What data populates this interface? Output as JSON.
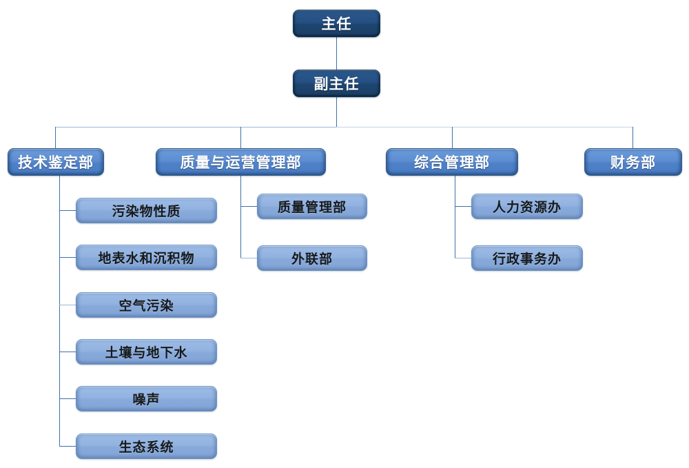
{
  "chart": {
    "type": "org-chart",
    "title": "",
    "colors": {
      "level1_fill": "#24507f",
      "level2_fill": "#5b8fd4",
      "level3_fill": "#8cb0e0",
      "connector": "#3f6fa8",
      "level1_text": "#ffffff",
      "level2_text": "#ffffff",
      "level3_text": "#15191c",
      "background": "#ffffff"
    },
    "nodes": {
      "director": {
        "label": "主任",
        "level": 1
      },
      "deputy_director": {
        "label": "副主任",
        "level": 1
      },
      "departments": [
        {
          "label": "技术鉴定部",
          "level": 2,
          "children": [
            {
              "label": "污染物性质",
              "level": 3
            },
            {
              "label": "地表水和沉积物",
              "level": 3
            },
            {
              "label": "空气污染",
              "level": 3
            },
            {
              "label": "土壤与地下水",
              "level": 3
            },
            {
              "label": "噪声",
              "level": 3
            },
            {
              "label": "生态系统",
              "level": 3
            }
          ]
        },
        {
          "label": "质量与运营管理部",
          "level": 2,
          "children": [
            {
              "label": "质量管理部",
              "level": 3
            },
            {
              "label": "外联部",
              "level": 3
            }
          ]
        },
        {
          "label": "综合管理部",
          "level": 2,
          "children": [
            {
              "label": "人力资源办",
              "level": 3
            },
            {
              "label": "行政事务办",
              "level": 3
            }
          ]
        },
        {
          "label": "财务部",
          "level": 2,
          "children": []
        }
      ]
    }
  }
}
